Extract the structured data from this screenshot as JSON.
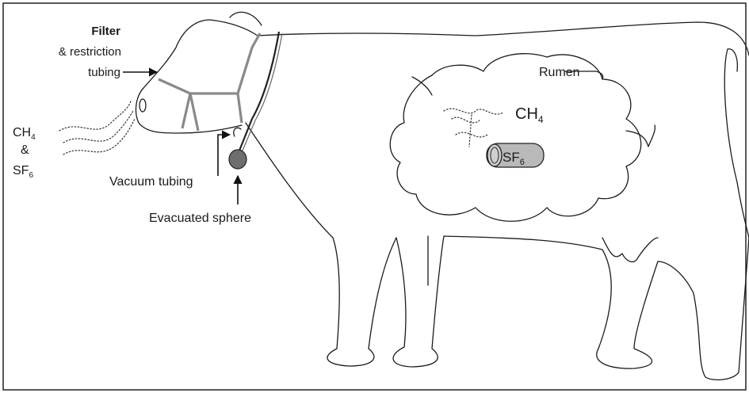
{
  "labels": {
    "filter": "Filter",
    "restriction": "& restriction",
    "tubing": "tubing",
    "gas1_main": "CH",
    "gas1_sub": "4",
    "ampersand": "&",
    "gas2_main": "SF",
    "gas2_sub": "6",
    "vacuum_tubing": "Vacuum tubing",
    "evacuated_sphere": "Evacuated sphere",
    "rumen": "Rumen",
    "rumen_gas_main": "CH",
    "rumen_gas_sub": "4",
    "capsule_main": "SF",
    "capsule_sub": "6"
  },
  "colors": {
    "halter": "#8a8a8a",
    "sphere": "#6e6e6e",
    "capsule": "#b9b9b9",
    "outline": "#1b1b1b"
  }
}
